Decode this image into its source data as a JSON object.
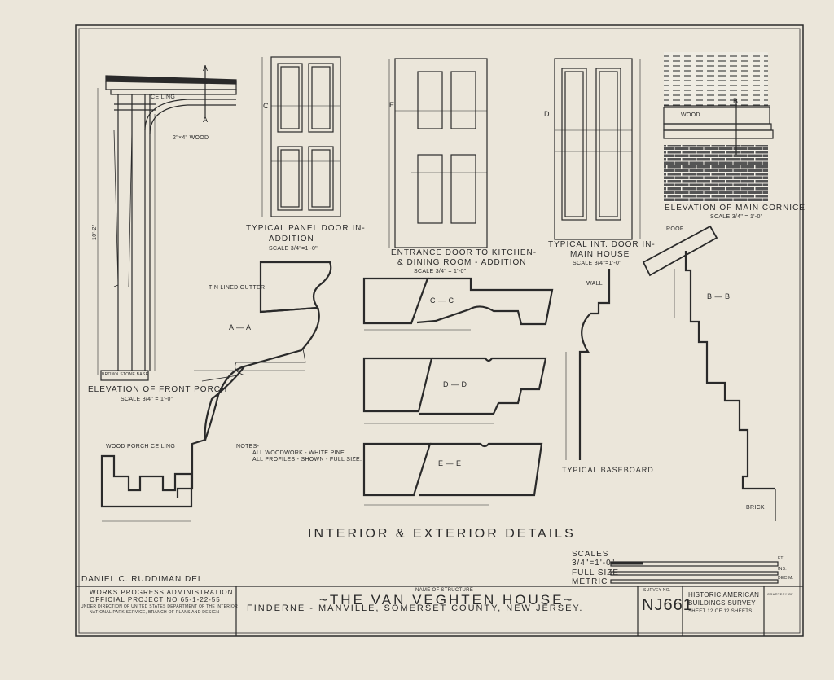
{
  "details": {
    "porch_ceiling": "CEILING",
    "porch_section_a": "A",
    "porch_wood_note": "2\"×4\" WOOD",
    "porch_title": "ELEVATION OF FRONT PORCH",
    "porch_scale": "SCALE 3/4\" = 1'-0\"",
    "porch_base": "BROWN STONE BASE",
    "porch_dim_height": "10'-2\"",
    "panel_door_title": "TYPICAL PANEL DOOR IN-",
    "panel_door_title2": "ADDITION",
    "panel_door_scale": "SCALE 3/4\"=1'-0\"",
    "panel_door_section": "C",
    "entrance_door_title": "ENTRANCE DOOR TO KITCHEN-",
    "entrance_door_title2": "& DINING ROOM - ADDITION",
    "entrance_door_scale": "SCALE 3/4\" = 1'-0\"",
    "entrance_door_section": "E",
    "int_door_title": "TYPICAL INT. DOOR IN-",
    "int_door_title2": "MAIN HOUSE",
    "int_door_scale": "SCALE 3/4\"=1'-0\"",
    "int_door_section": "D",
    "cornice_wood": "WOOD",
    "cornice_section": "B",
    "cornice_title": "ELEVATION OF MAIN CORNICE",
    "cornice_scale": "SCALE 3/4\" = 1'-0\"",
    "gutter_label": "TIN LINED GUTTER",
    "section_aa": "A — A",
    "section_cc": "C — C",
    "section_dd": "D — D",
    "section_ee": "E — E",
    "section_bb": "B — B",
    "wood_porch_ceiling": "WOOD PORCH CEILING",
    "notes_1": "NOTES-",
    "notes_2": "ALL WOODWORK - WHITE PINE.",
    "notes_3": "ALL PROFILES - SHOWN - FULL SIZE.",
    "wall_label": "WALL",
    "baseboard_label": "TYPICAL BASEBOARD",
    "roof_label": "ROOF",
    "brick_label": "BRICK"
  },
  "sheet_title": "INTERIOR & EXTERIOR DETAILS",
  "scales": {
    "heading": "SCALES",
    "scale_1": "3/4\"=1'-0\"",
    "scale_2": "FULL SIZE",
    "scale_3": "METRIC",
    "unit_1": "FT.",
    "unit_2": "INS.",
    "unit_3": "DECIM."
  },
  "delineator": "DANIEL C. RUDDIMAN  DEL.",
  "title_block": {
    "wpa_1": "WORKS PROGRESS ADMINISTRATION",
    "wpa_2": "OFFICIAL PROJECT NO 65-1-22-55",
    "wpa_3": "UNDER DIRECTION OF UNITED STATES DEPARTMENT OF THE INTERIOR",
    "wpa_4": "NATIONAL PARK SERVICE, BRANCH OF PLANS AND DESIGN",
    "name_label": "NAME OF STRUCTURE",
    "structure_name": "~THE VAN VEGHTEN HOUSE~",
    "location": "FINDERNE - MANVILLE, SOMERSET COUNTY, NEW JERSEY.",
    "survey_label": "SURVEY NO.",
    "survey_no": "NJ661",
    "habs_1": "HISTORIC AMERICAN",
    "habs_2": "BUILDINGS SURVEY",
    "sheet_no": "SHEET 12 OF 12 SHEETS",
    "courtesy": "COURTESY OF"
  },
  "colors": {
    "paper": "#ebe6da",
    "ink": "#2a2a2a",
    "brick": "#555555"
  }
}
